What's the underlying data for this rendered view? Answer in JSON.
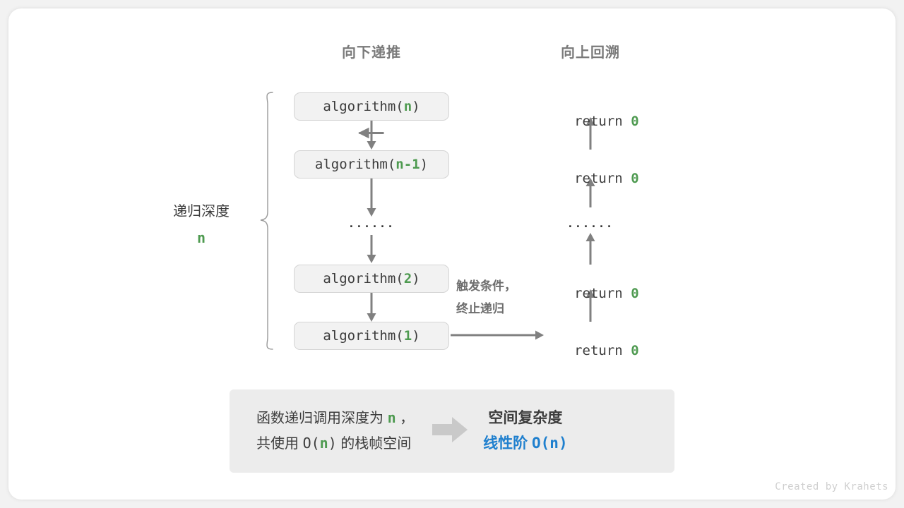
{
  "figure": {
    "headings": {
      "down": "向下递推",
      "up": "向上回溯"
    },
    "calls": [
      {
        "prefix": "algorithm(",
        "arg": "n",
        "suffix": ")"
      },
      {
        "prefix": "algorithm(",
        "arg": "n-1",
        "suffix": ")"
      },
      {
        "prefix": "algorithm(",
        "arg": "2",
        "suffix": ")"
      },
      {
        "prefix": "algorithm(",
        "arg": "1",
        "suffix": ")"
      }
    ],
    "returns": [
      {
        "keyword": "return ",
        "value": "0"
      },
      {
        "keyword": "return ",
        "value": "0"
      },
      {
        "keyword": "return ",
        "value": "0"
      },
      {
        "keyword": "return ",
        "value": "0"
      }
    ],
    "ellipsis": "······",
    "depth": {
      "label": "递归深度",
      "value": "n"
    },
    "trigger_note": {
      "line1": "触发条件，",
      "line2": "终止递归"
    }
  },
  "summary": {
    "line1_a": "函数递归调用深度为 ",
    "line1_n": "n",
    "line1_b": " ，",
    "line2_a": "共使用 ",
    "line2_o": "O(",
    "line2_n": "n",
    "line2_c": ")",
    "line2_b": " 的栈帧空间",
    "arrow_icon": "block-arrow-right-icon",
    "title": "空间复杂度",
    "result_label": "线性阶 ",
    "result_value": "O(n)"
  },
  "credit": "Created by Krahets",
  "colors": {
    "accent_green": "#4e9a50",
    "accent_blue": "#2080ce",
    "line_gray": "#808080",
    "text_gray": "#3c3c3c",
    "heading_gray": "#7a7a7a",
    "box_fill": "#f2f2f2",
    "box_border": "#d4d4d4",
    "panel_fill": "#ececec",
    "credit_gray": "#cfcfcf"
  }
}
